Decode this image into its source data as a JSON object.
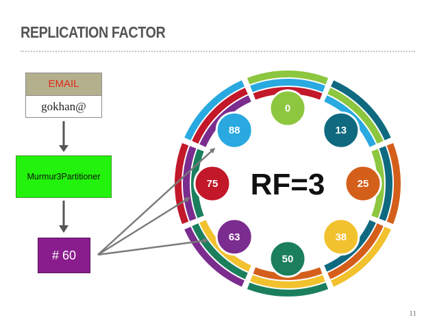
{
  "slide": {
    "title": "REPLICATION FACTOR",
    "page_number": "11"
  },
  "email_box": {
    "header": "EMAIL",
    "value": "gokhan@"
  },
  "partitioner": {
    "label": "Murmur3Partitioner"
  },
  "token": {
    "label": "# 60"
  },
  "ring": {
    "center_label": "RF=3",
    "nodes": [
      {
        "label": "0",
        "color": "#8dc63f"
      },
      {
        "label": "13",
        "color": "#0f6a80"
      },
      {
        "label": "25",
        "color": "#d45f1b"
      },
      {
        "label": "38",
        "color": "#f2c12e"
      },
      {
        "label": "50",
        "color": "#1b7f5e"
      },
      {
        "label": "63",
        "color": "#7b2c8f"
      },
      {
        "label": "75",
        "color": "#c2182a"
      },
      {
        "label": "88",
        "color": "#29a9e0"
      }
    ],
    "arrow_targets": [
      "75",
      "63",
      "88"
    ]
  },
  "colors": {
    "arrow": "#7a7a7a",
    "email_header_bg": "#b4b08e",
    "email_header_text": "#e02a12",
    "partitioner_bg": "#22f20c",
    "token_bg": "#8a1d8d"
  }
}
